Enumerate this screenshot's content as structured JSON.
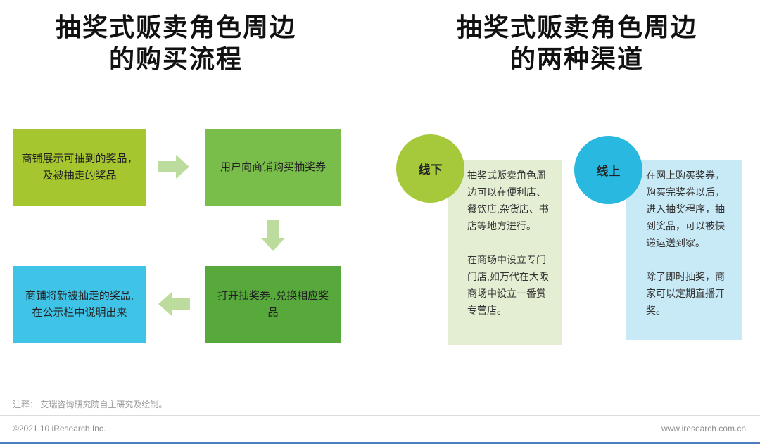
{
  "left_section": {
    "title": {
      "line1": "抽奖式贩卖角色周边",
      "line2": "的购买流程"
    },
    "steps": [
      {
        "text": "商铺展示可抽到的奖品，及被抽走的奖品",
        "color": "#a6c62f"
      },
      {
        "text": "用户向商铺购买抽奖券",
        "color": "#79bd4a"
      },
      {
        "text": "打开抽奖券,,兑换相应奖品",
        "color": "#57a93c"
      },
      {
        "text": "商铺将新被抽走的奖品,在公示栏中说明出来",
        "color": "#3fc4e8"
      }
    ],
    "arrow_color": "#bcdc9e"
  },
  "right_section": {
    "title": {
      "line1": "抽奖式贩卖角色周边",
      "line2": "的两种渠道"
    },
    "offline": {
      "badge": "线下",
      "badge_color": "#a6c93b",
      "panel_color": "#e4eed3",
      "paragraphs": [
        "抽奖式贩卖角色周边可以在便利店、餐饮店,杂货店、书店等地方进行。",
        "在商场中设立专门门店,如万代在大阪商场中设立一番赏专营店。"
      ]
    },
    "online": {
      "badge": "线上",
      "badge_color": "#29b8e0",
      "panel_color": "#c8eaf6",
      "paragraphs": [
        "在网上购买奖券，购买完奖券以后，进入抽奖程序，抽到奖品，可以被快递运送到家。",
        "除了即时抽奖，商家可以定期直播开奖。"
      ]
    }
  },
  "footer": {
    "note": "注释： 艾瑞咨询研究院自主研究及绘制。",
    "copyright": "©2021.10 iResearch Inc.",
    "website": "www.iresearch.com.cn"
  }
}
